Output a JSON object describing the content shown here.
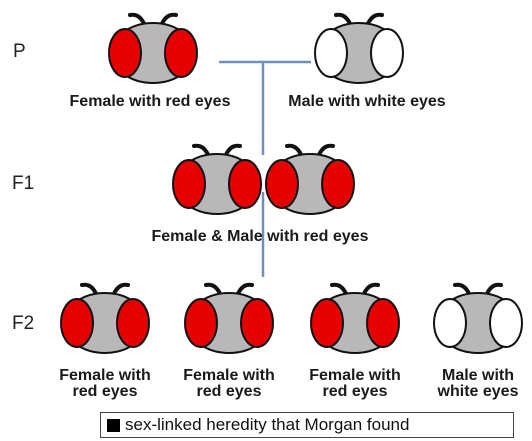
{
  "generations": {
    "p": "P",
    "f1": "F1",
    "f2": "F2"
  },
  "labels": {
    "p_female": "Female with red eyes",
    "p_male": "Male with white eyes",
    "f1_pair": "Female & Male with red eyes",
    "f2_1": "Female with red eyes",
    "f2_2": "Female with red eyes",
    "f2_3": "Female with red eyes",
    "f2_4": "Male with white eyes"
  },
  "caption": "sex-linked heredity that Morgan found",
  "colors": {
    "body": "#b8b8b8",
    "red_eye": "#e60000",
    "white_eye": "#ffffff",
    "outline": "#111111",
    "line": "#6b8fbf"
  }
}
